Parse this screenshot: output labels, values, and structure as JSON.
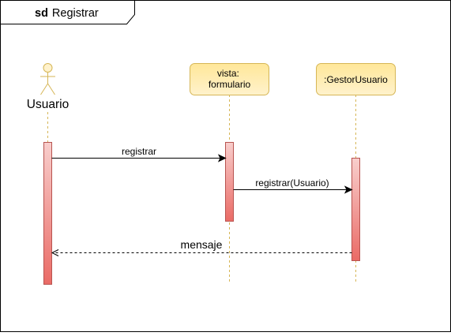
{
  "frame": {
    "keyword": "sd",
    "name": "Registrar"
  },
  "participants": [
    {
      "id": "usuario",
      "kind": "actor",
      "label": "Usuario"
    },
    {
      "id": "vista",
      "kind": "object",
      "label_lines": [
        "vista:",
        "formulario"
      ]
    },
    {
      "id": "gestor",
      "kind": "object",
      "label": ":GestorUsuario"
    }
  ],
  "messages": [
    {
      "id": "msg1",
      "label": "registrar",
      "type": "sync",
      "from": "usuario",
      "to": "vista"
    },
    {
      "id": "msg2",
      "label": "registrar(Usuario)",
      "type": "sync",
      "from": "vista",
      "to": "gestor"
    },
    {
      "id": "msg3",
      "label": "mensaje",
      "type": "return",
      "from": "gestor",
      "to": "usuario"
    }
  ],
  "colors": {
    "frame_stroke": "#000000",
    "object_fill": "#fff2cc",
    "object_fill_top": "#ffe799",
    "object_stroke": "#d6b656",
    "lifeline": "#d6b656",
    "activation_top": "#f8cecc",
    "activation_bottom": "#ea6b66",
    "activation_stroke": "#b85450",
    "arrow": "#000000"
  },
  "icons": {
    "actor": "stick-figure-icon"
  }
}
